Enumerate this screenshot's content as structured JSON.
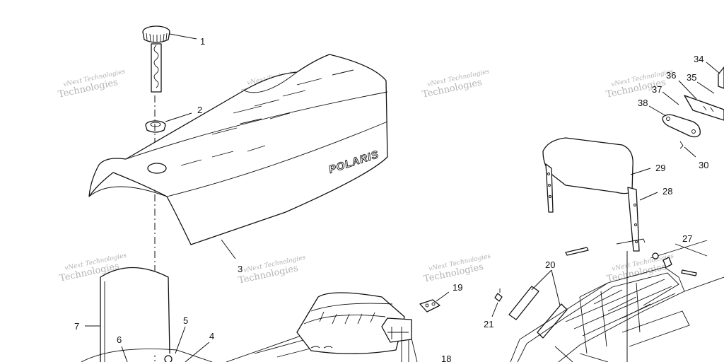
{
  "diagram": {
    "brand_text": "POLARIS",
    "watermark_line1": "vNext Technologies",
    "watermark_line2": "Technologies",
    "callouts": {
      "c1": "1",
      "c2": "2",
      "c3": "3",
      "c4": "4",
      "c5": "5",
      "c6": "6",
      "c7": "7",
      "c19": "19",
      "c20": "20",
      "c21": "21",
      "c27": "27",
      "c28": "28",
      "c29": "29",
      "c30": "30",
      "c34": "34",
      "c35": "35",
      "c36": "36",
      "c37": "37",
      "c38": "38",
      "c_partial": "18"
    }
  }
}
